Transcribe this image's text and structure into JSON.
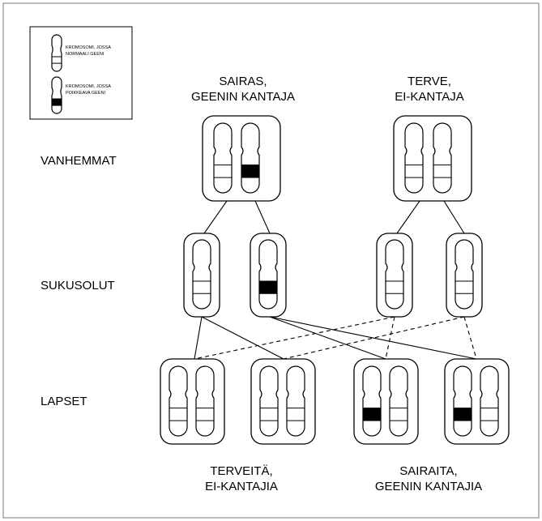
{
  "legend": {
    "normal_line1": "KROMOSOMI, JOSSA",
    "normal_line2": "NORMAALI GEENI",
    "abnormal_line1": "KROMOSOMI, JOSSA",
    "abnormal_line2": "POIKKEAVA GEENI"
  },
  "parents": {
    "left_line1": "SAIRAS,",
    "left_line2": "GEENIN KANTAJA",
    "right_line1": "TERVE,",
    "right_line2": "EI-KANTAJA"
  },
  "rows": {
    "parents": "VANHEMMAT",
    "gametes": "SUKUSOLUT",
    "children": "LAPSET"
  },
  "children": {
    "left_line1": "TERVEITÄ,",
    "left_line2": "EI-KANTAJIA",
    "right_line1": "SAIRAITA,",
    "right_line2": "GEENIN KANTAJIA"
  },
  "colors": {
    "stroke": "#000000",
    "abnormal_gene": "#000000",
    "background": "#ffffff",
    "frame": "#888888"
  }
}
